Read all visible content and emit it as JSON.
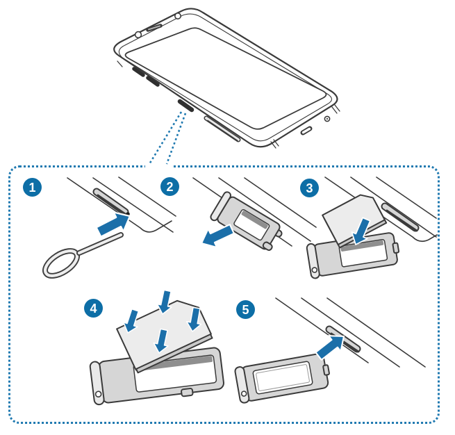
{
  "diagram": {
    "subject": "sim-tray-installation-steps",
    "colors": {
      "accent_blue": "#1b6fa9",
      "badge_blue": "#0d6ea6",
      "dotted_blue": "#1f79b0",
      "outline_gray": "#3a3a3a",
      "fill_light": "#ececec",
      "fill_mid": "#d6d6d6",
      "fill_dark": "#8f8f8f",
      "background": "#ffffff"
    },
    "phone": {
      "icon": "smartphone-angled-front-icon"
    },
    "callout": {
      "icon": "dotted-leader-lines",
      "target": "sim-tray-slot"
    },
    "steps": [
      {
        "number": "1",
        "icon": "ejection-pin-into-slot-icon"
      },
      {
        "number": "2",
        "icon": "pull-out-tray-icon"
      },
      {
        "number": "3",
        "icon": "place-sim-card-in-tray-icon"
      },
      {
        "number": "4",
        "icon": "press-sim-card-into-tray-icon"
      },
      {
        "number": "5",
        "icon": "insert-tray-into-slot-icon"
      }
    ]
  }
}
